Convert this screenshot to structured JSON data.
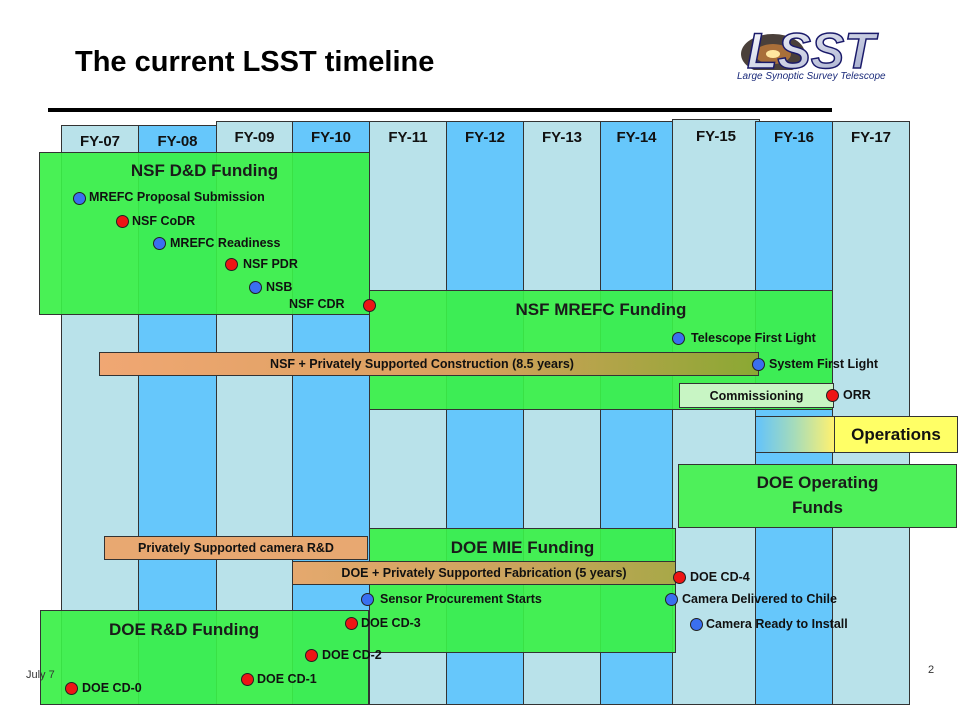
{
  "title": "The current LSST timeline",
  "logo": {
    "text": "LSST",
    "subtitle": "Large Synoptic Survey Telescope"
  },
  "fiscal_years": [
    "FY-07",
    "FY-08",
    "FY-09",
    "FY-10",
    "FY-11",
    "FY-12",
    "FY-13",
    "FY-14",
    "FY-15",
    "FY-16",
    "FY-17"
  ],
  "funding_bands": {
    "nsf_dd": "NSF D&D Funding",
    "nsf_mrefc": "NSF MREFC Funding",
    "doe_operating_line1": "DOE Operating",
    "doe_operating_line2": "Funds",
    "doe_mie": "DOE MIE Funding",
    "doe_rd": "DOE R&D Funding"
  },
  "bars": {
    "nsf_construction": "NSF + Privately Supported Construction (8.5 years)",
    "commissioning": "Commissioning",
    "operations": "Operations",
    "camera_rd": "Privately Supported camera R&D",
    "doe_fabrication": "DOE + Privately Supported Fabrication (5 years)"
  },
  "milestones": [
    {
      "id": "mrefc-proposal",
      "label": "MREFC Proposal Submission",
      "color": "blue"
    },
    {
      "id": "nsf-codr",
      "label": "NSF CoDR",
      "color": "red"
    },
    {
      "id": "mrefc-readiness",
      "label": "MREFC Readiness",
      "color": "blue"
    },
    {
      "id": "nsf-pdr",
      "label": "NSF PDR",
      "color": "red"
    },
    {
      "id": "nsb",
      "label": "NSB",
      "color": "blue"
    },
    {
      "id": "nsf-cdr",
      "label": "NSF CDR",
      "color": "red"
    },
    {
      "id": "telescope-first-light",
      "label": "Telescope First Light",
      "color": "blue"
    },
    {
      "id": "system-first-light",
      "label": "System First Light",
      "color": "blue"
    },
    {
      "id": "orr",
      "label": "ORR",
      "color": "red"
    },
    {
      "id": "doe-cd4",
      "label": "DOE CD-4",
      "color": "red"
    },
    {
      "id": "sensor-procurement",
      "label": "Sensor Procurement Starts",
      "color": "blue"
    },
    {
      "id": "camera-delivered",
      "label": "Camera Delivered to Chile",
      "color": "blue"
    },
    {
      "id": "doe-cd3",
      "label": "DOE CD-3",
      "color": "red"
    },
    {
      "id": "camera-ready",
      "label": "Camera Ready to Install",
      "color": "blue"
    },
    {
      "id": "doe-cd2",
      "label": "DOE CD-2",
      "color": "red"
    },
    {
      "id": "doe-cd1",
      "label": "DOE CD-1",
      "color": "red"
    },
    {
      "id": "doe-cd0",
      "label": "DOE CD-0",
      "color": "red"
    }
  ],
  "footer": {
    "date": "July 7",
    "page": "2"
  },
  "colors": {
    "column_light": "#b9e2ea",
    "column_dark": "#66c7fb",
    "funding_green": "#39f047",
    "construction_bar": "#e9a46a",
    "operations_yellow": "#ffff66",
    "milestone_blue": "#3a6ff0",
    "milestone_red": "#ee1515"
  }
}
